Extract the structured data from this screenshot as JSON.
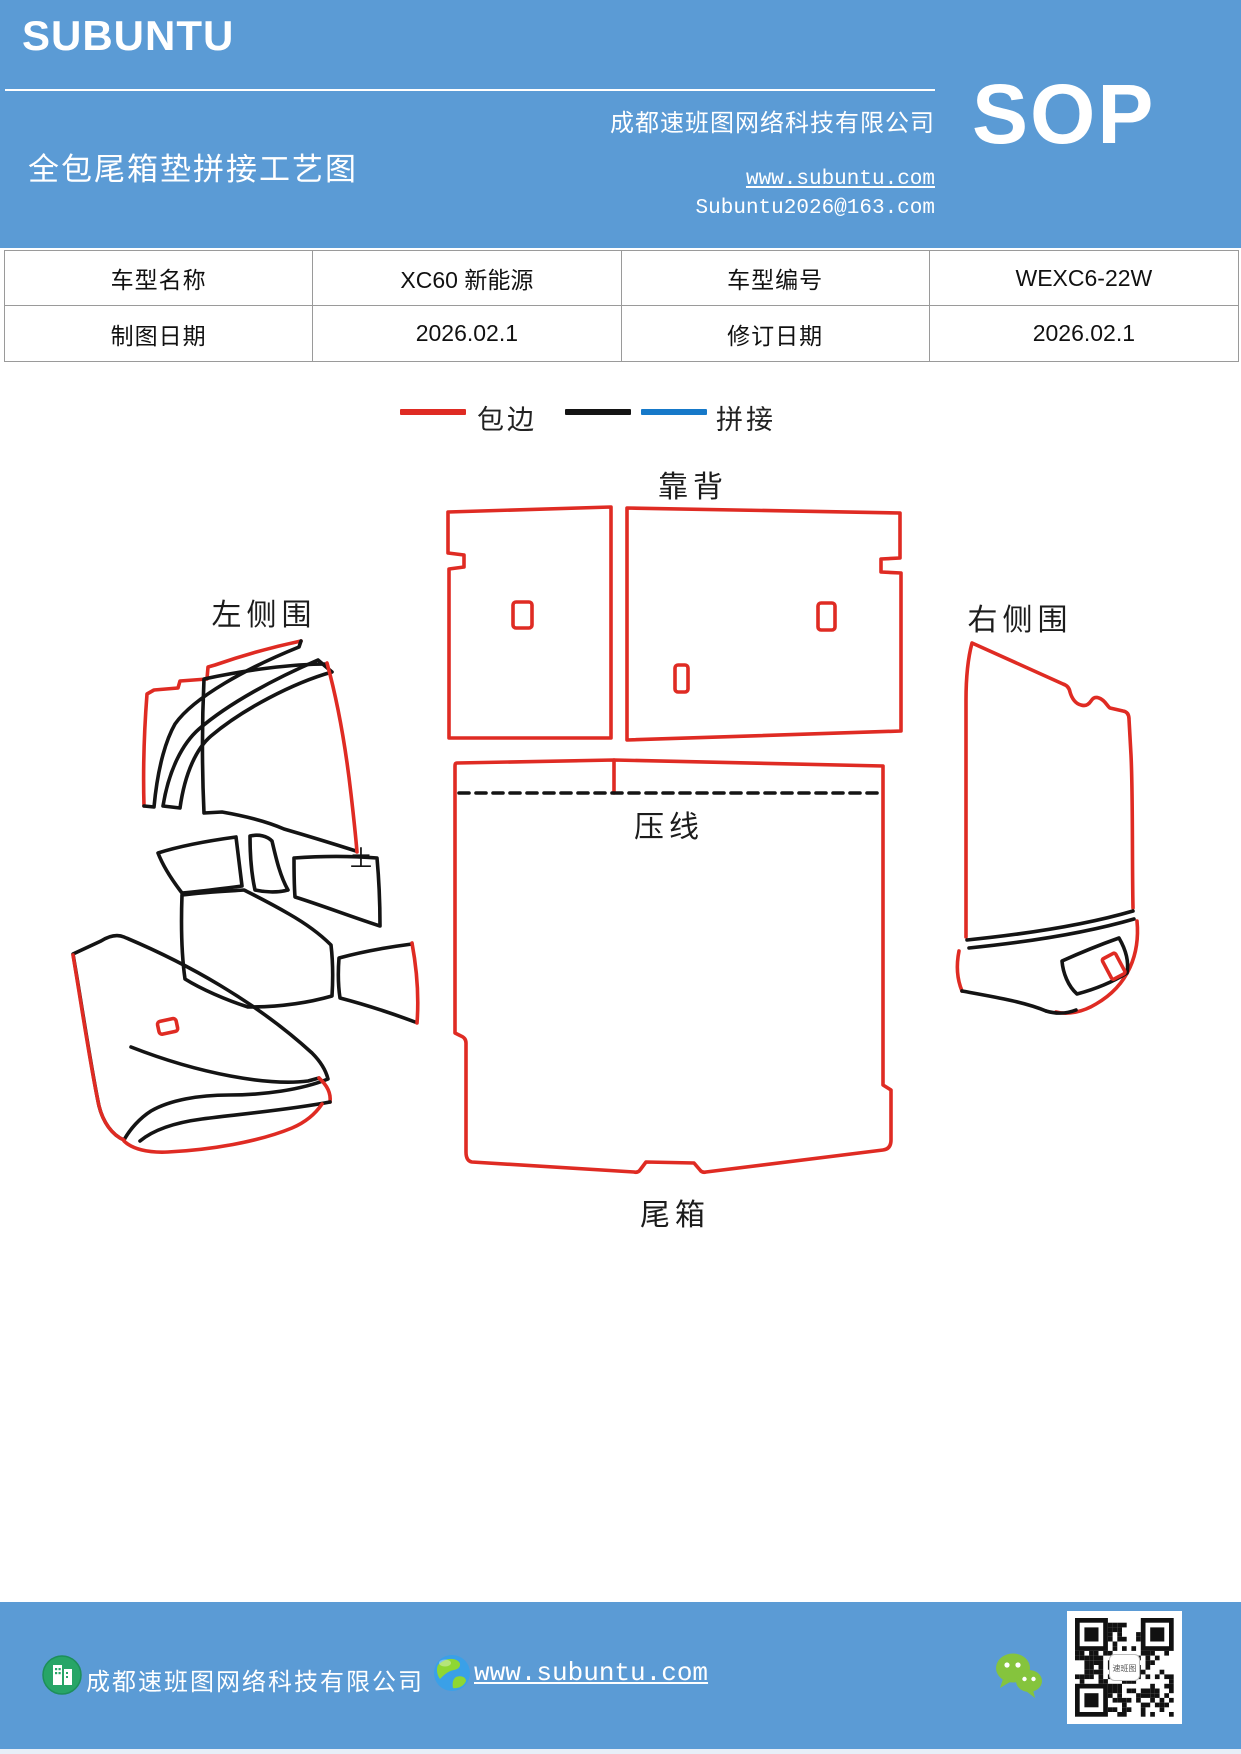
{
  "header": {
    "logo": "SUBUNTU",
    "title": "全包尾箱垫拼接工艺图",
    "company": "成都速班图网络科技有限公司",
    "website": "www.subuntu.com",
    "email": "Subuntu2026@163.com",
    "sop_label": "SOP"
  },
  "info_table": {
    "rows": [
      [
        "车型名称",
        "XC60 新能源",
        "车型编号",
        "WEXC6-22W"
      ],
      [
        "制图日期",
        "2026.02.1",
        "修订日期",
        "2026.02.1"
      ]
    ]
  },
  "legend": {
    "items": [
      {
        "label": "包边",
        "swatches": [
          "#df2b23"
        ]
      },
      {
        "label": "拼接",
        "swatches": [
          "#141414",
          "#1679c9"
        ]
      }
    ]
  },
  "diagram": {
    "labels": {
      "backrest": "靠背",
      "left_side": "左侧围",
      "right_side": "右侧围",
      "press_line": "压线",
      "trunk": "尾箱",
      "seam_mark": "土"
    }
  },
  "footer": {
    "company": "成都速班图网络科技有限公司",
    "website": "www.subuntu.com"
  },
  "colors": {
    "header_blue": "#5b9bd5",
    "edge_red": "#df2b23",
    "cut_black": "#141414",
    "splice_blue": "#1679c9",
    "wechat_green": "#85c43d",
    "building_green": "#27a567",
    "globe_blue": "#3aa0e8"
  }
}
